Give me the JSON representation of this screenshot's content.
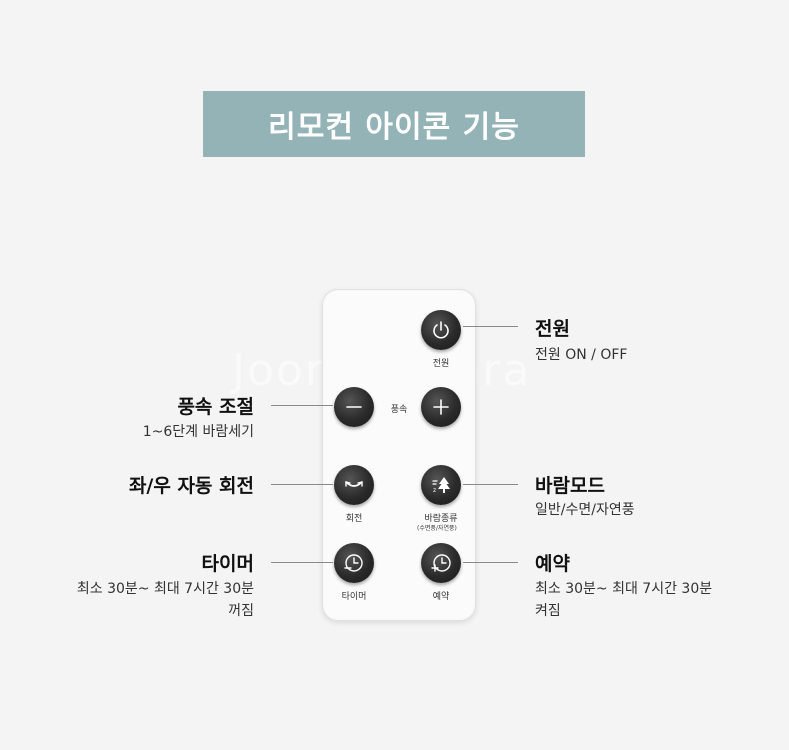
{
  "banner_title": "리모컨 아이콘 기능",
  "remote": {
    "power_label": "전원",
    "speed_label": "풍속",
    "rotate_label": "회전",
    "wind_type_label": "바람종류",
    "wind_type_sub": "(수면풍/자연풍)",
    "timer_label": "타이머",
    "reserve_label": "예약"
  },
  "callouts": {
    "power": {
      "title": "전원",
      "desc": "전원 ON / OFF"
    },
    "speed": {
      "title": "풍속 조절",
      "desc": "1~6단계 바람세기"
    },
    "rotate": {
      "title": "좌/우 자동 회전"
    },
    "wind_mode": {
      "title": "바람모드",
      "desc": "일반/수면/자연풍"
    },
    "timer": {
      "title": "타이머",
      "desc1": "최소 30분~ 최대 7시간 30분",
      "desc2": "꺼짐"
    },
    "reserve": {
      "title": "예약",
      "desc1": "최소 30분~ 최대 7시간 30분",
      "desc2": "켜짐"
    }
  },
  "watermark": "Joonggonara",
  "icons": [
    "power-icon",
    "minus-icon",
    "plus-icon",
    "rotate-icon",
    "tree-icon",
    "timer-minus-icon",
    "timer-plus-icon"
  ]
}
